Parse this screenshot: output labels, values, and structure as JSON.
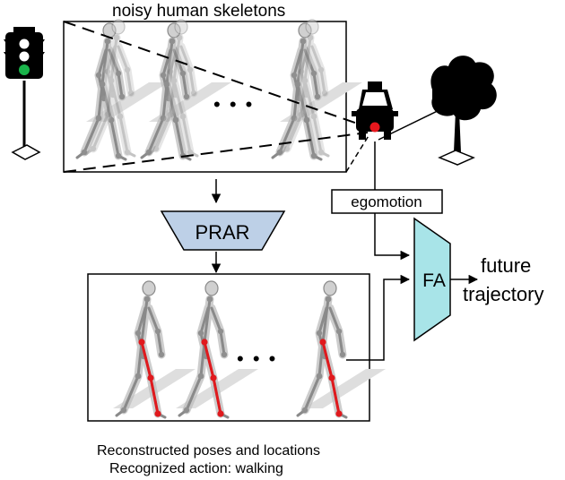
{
  "labels": {
    "top_caption": "noisy human skeletons",
    "ellipsis_top": "• • •",
    "ellipsis_bottom": "• • •",
    "prar": "PRAR",
    "egomotion": "egomotion",
    "fa": "FA",
    "future_line1": "future",
    "future_line2": "trajectory",
    "caption_line1": "Reconstructed poses and locations",
    "caption_line2": "Recognized action: walking"
  },
  "colors": {
    "block_fill": "#bdd0e7",
    "fa_fill": "#a8e4e8",
    "leg_highlight": "#e0191d",
    "skeleton": "#9a9a9a",
    "shadow": "#dcdcdc",
    "light_green": "#19b34a",
    "car_light": "#e8171d"
  },
  "icons": [
    "traffic-light-icon",
    "car-icon",
    "tree-icon",
    "pedestrian-skeleton-icon"
  ]
}
